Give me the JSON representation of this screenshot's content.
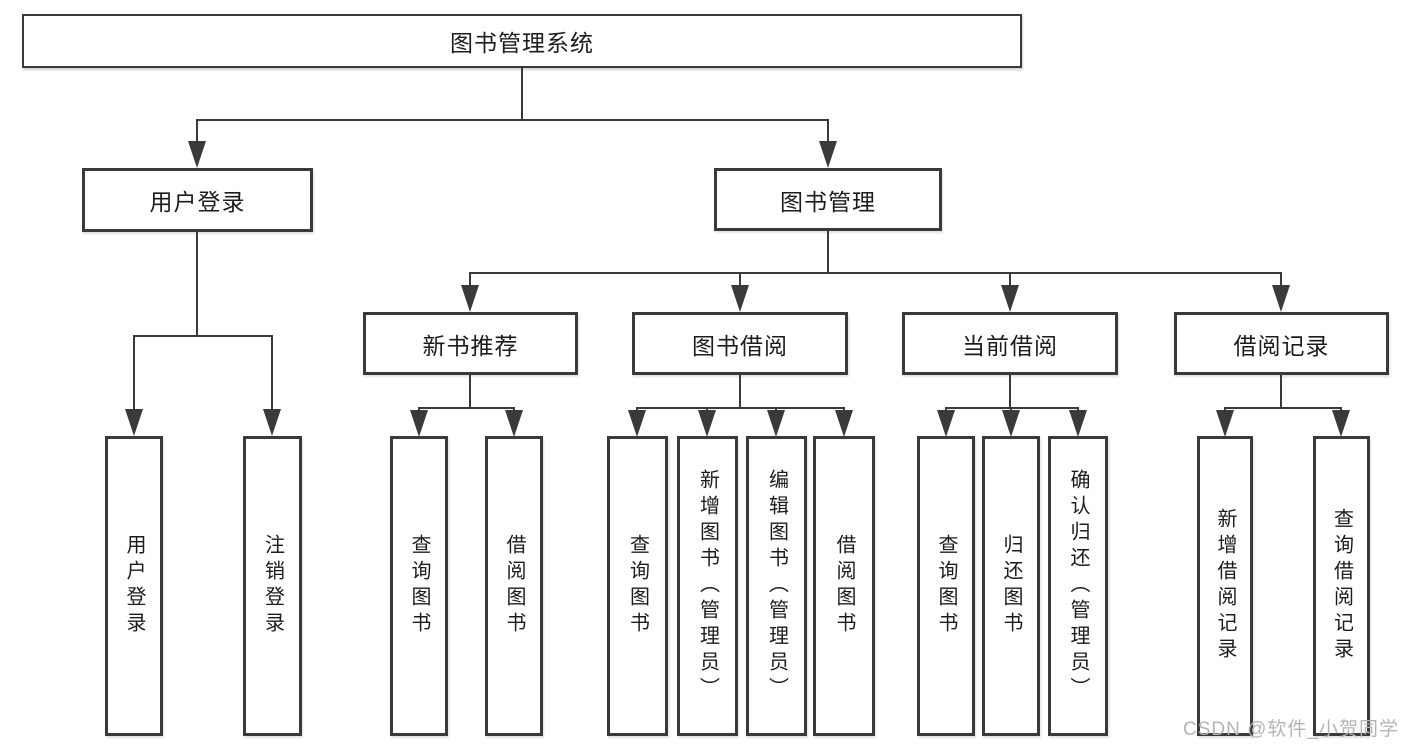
{
  "diagram_title": "图书管理系统",
  "nodes": {
    "root": "图书管理系统",
    "user_login": "用户登录",
    "book_management": "图书管理",
    "new_book_recommend": "新书推荐",
    "book_borrow": "图书借阅",
    "current_borrow": "当前借阅",
    "borrow_record": "借阅记录",
    "leaves": {
      "user_login": [
        "用户登录",
        "注销登录"
      ],
      "new_book_recommend": [
        "查询图书",
        "借阅图书"
      ],
      "book_borrow": [
        "查询图书",
        "新增图书（管理员）",
        "编辑图书（管理员）",
        "借阅图书"
      ],
      "current_borrow": [
        "查询图书",
        "归还图书",
        "确认归还（管理员）"
      ],
      "borrow_record": [
        "新增借阅记录",
        "查询借阅记录"
      ]
    }
  },
  "watermark": "CSDN @软件_小贺同学",
  "colors": {
    "line": "#3a3a3a",
    "box_border": "#3a3a3a",
    "box_fill": "#ffffff",
    "text": "#1c1c1c",
    "watermark": "#b5b5b5",
    "background": "#ffffff"
  }
}
